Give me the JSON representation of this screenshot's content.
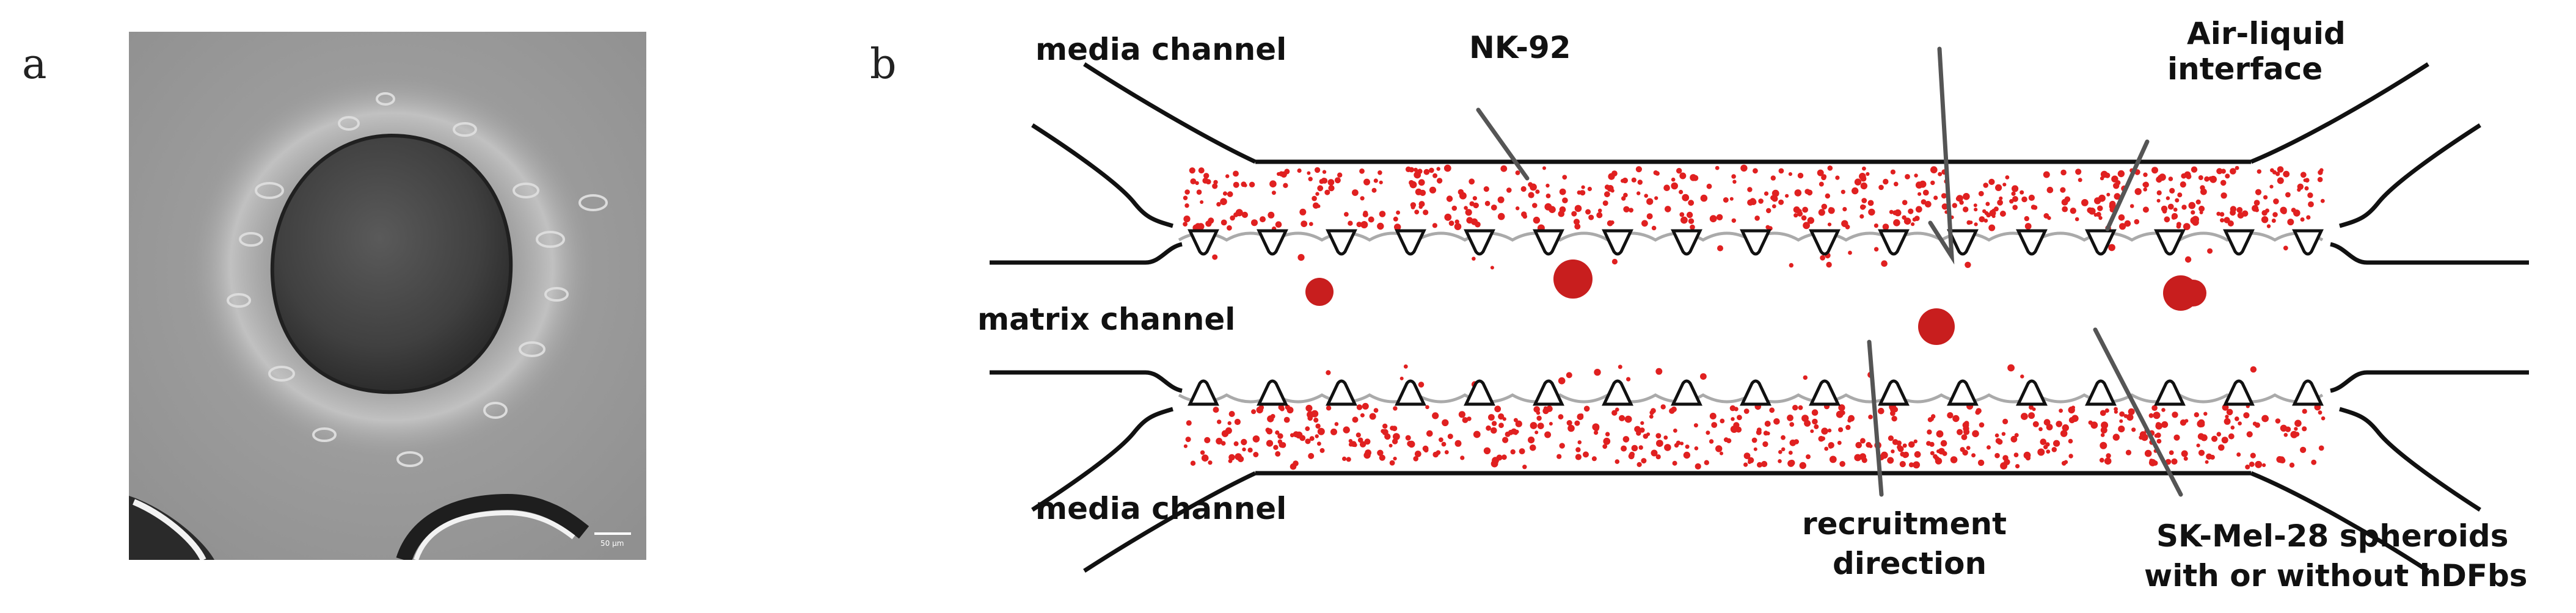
{
  "panels": {
    "a": {
      "letter": "a",
      "scale_bar_label": "50 µm"
    },
    "b": {
      "letter": "b",
      "labels": {
        "media_channel_top": "media channel",
        "nk92": "NK-92",
        "air_liquid_line1": "Air-liquid",
        "air_liquid_line2": "interface",
        "matrix_channel": "matrix channel",
        "media_channel_bottom": "media channel",
        "recruitment_line1": "recruitment",
        "recruitment_line2": "direction",
        "spheroids_line1": "SK-Mel-28 spheroids",
        "spheroids_line2": "with or without hDFbs"
      }
    }
  },
  "colors": {
    "nk_cells": "#e02020",
    "spheroids": "#c81e1e",
    "channel_lines": "#111111",
    "pointer_lines": "#555555",
    "interface_curve": "#aaaaaa",
    "micrograph_bg": "#9c9c9c"
  }
}
